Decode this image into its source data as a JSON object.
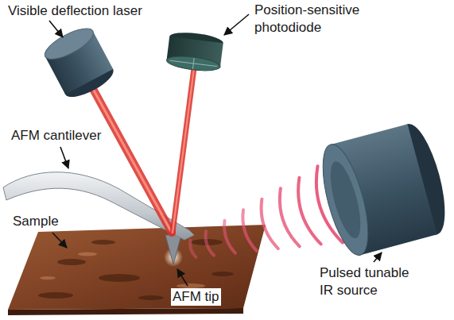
{
  "diagram": {
    "labels": [
      "Visible deflection laser",
      "Position-sensitive photodiode",
      "AFM cantilever",
      "Sample",
      "AFM tip",
      "Pulsed tunable IR source"
    ]
  }
}
